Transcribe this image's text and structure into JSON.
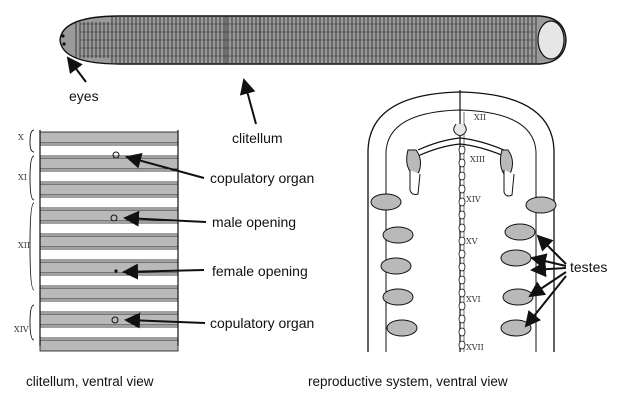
{
  "labels": {
    "eyes": "eyes",
    "clitellum": "clitellum",
    "copulatory_organ_top": "copulatory organ",
    "male_opening": "male opening",
    "female_opening": "female opening",
    "copulatory_organ_bottom": "copulatory organ",
    "testes": "testes"
  },
  "captions": {
    "left": "clitellum, ventral view",
    "right": "reproductive system, ventral view"
  },
  "segments_left": [
    "X",
    "XI",
    "XII",
    "XIV"
  ],
  "segments_right": [
    "XII",
    "XIII",
    "XIV",
    "XV",
    "XVI",
    "XVII"
  ],
  "colors": {
    "ink": "#111111",
    "fill": "#b9b9b9",
    "paper": "#ffffff"
  }
}
